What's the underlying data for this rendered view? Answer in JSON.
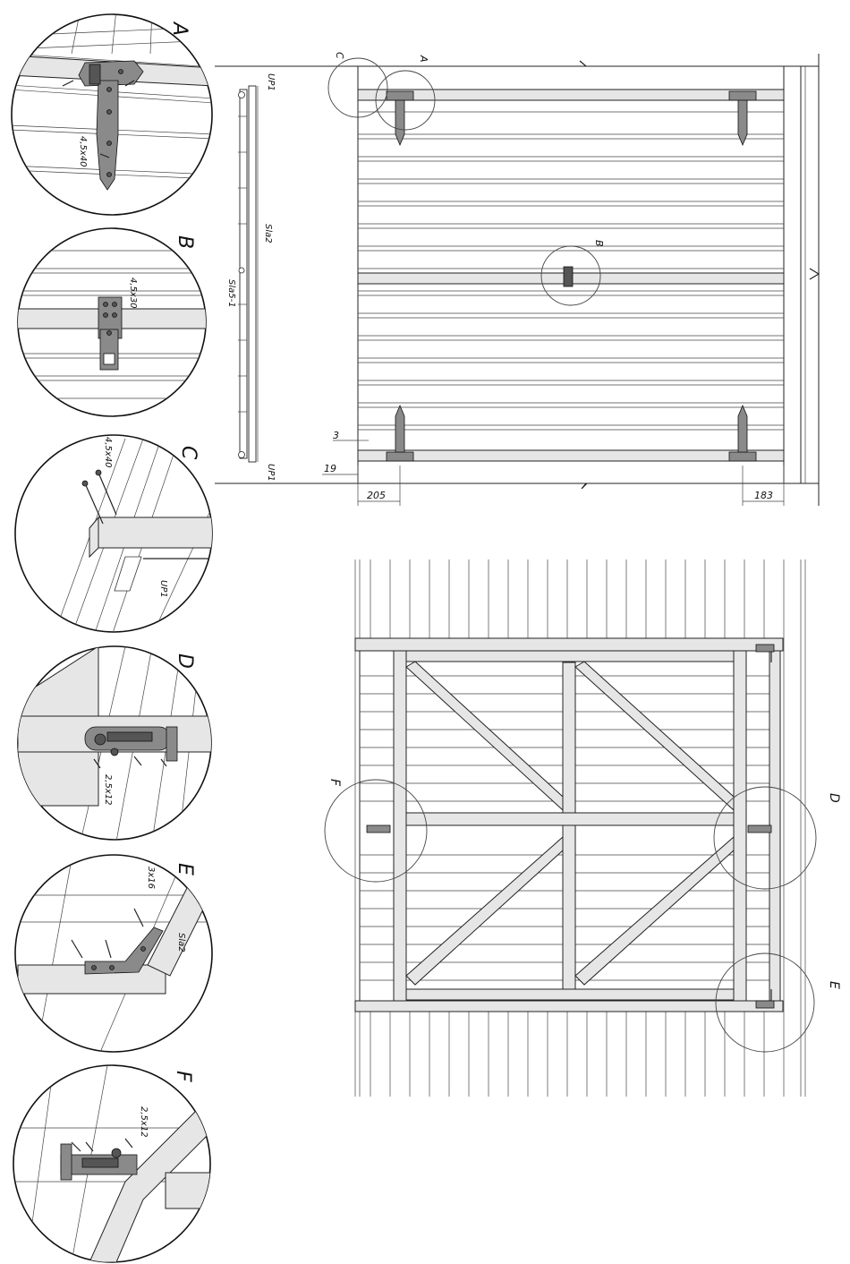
{
  "detail_labels": {
    "A": "A",
    "B": "B",
    "C": "C",
    "D": "D",
    "E": "E",
    "F": "F"
  },
  "fastener_labels": {
    "a_screw": "4,5x40",
    "b_screw": "4,5x30",
    "c_screw": "4,5x40",
    "c_part": "UP1",
    "d_screw": "2,5x12",
    "e_screw": "3x16",
    "e_part": "Sla2",
    "f_screw": "2,5x12"
  },
  "side_view_labels": {
    "top_part": "UP1",
    "mid_part": "Sla2",
    "lower_part": "Sla5-1",
    "bottom_part": "UP1"
  },
  "dimensions": {
    "gap": "3",
    "offset": "19",
    "left_hinge": "205",
    "right_hinge": "183"
  }
}
